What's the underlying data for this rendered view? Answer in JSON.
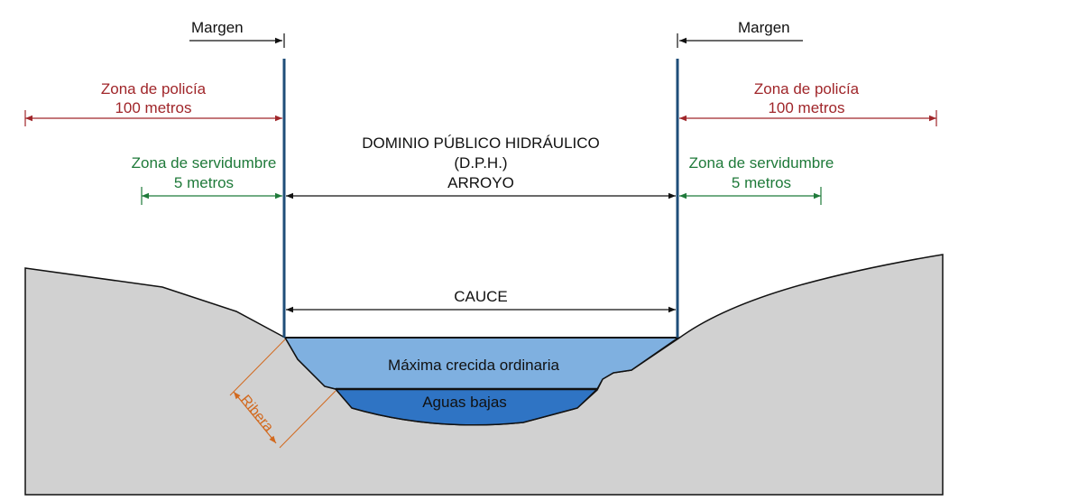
{
  "labels": {
    "margin_left": "Margen",
    "margin_right": "Margen",
    "police_zone_left_title": "Zona de policía",
    "police_zone_left_value": "100 metros",
    "police_zone_right_title": "Zona de policía",
    "police_zone_right_value": "100 metros",
    "easement_left_title": "Zona de servidumbre",
    "easement_left_value": "5 metros",
    "easement_right_title": "Zona de servidumbre",
    "easement_right_value": "5 metros",
    "dph_line1": "DOMINIO PÚBLICO HIDRÁULICO",
    "dph_line2": "(D.P.H.)",
    "arroyo": "ARROYO",
    "cauce": "CAUCE",
    "max_flood": "Máxima crecida ordinaria",
    "low_water": "Aguas bajas",
    "bank": "Ribera"
  },
  "colors": {
    "ground": "#d1d1d1",
    "max_flood_water": "#7fb0e0",
    "low_water": "#2f74c4",
    "margin_line": "#1f4e79",
    "police_zone": "#a0262a",
    "easement_zone": "#1f7a3a",
    "bank_dimension": "#d2691e",
    "outline": "#111111"
  }
}
